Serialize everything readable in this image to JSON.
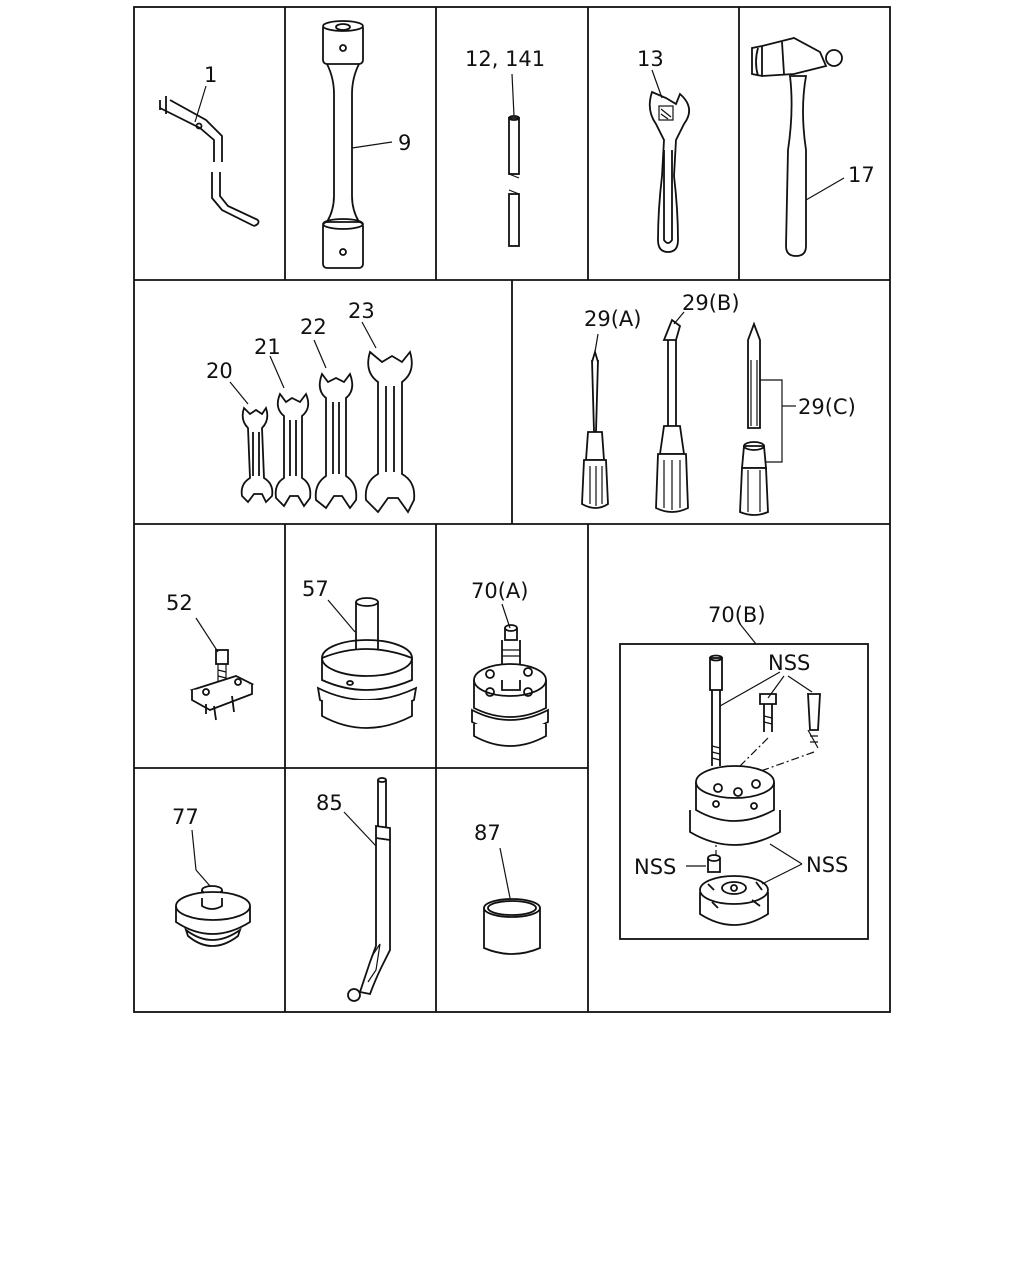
{
  "labels": {
    "item_1": "1",
    "item_9": "9",
    "item_12_141": "12, 141",
    "item_13": "13",
    "item_17": "17",
    "item_20": "20",
    "item_21": "21",
    "item_22": "22",
    "item_23": "23",
    "item_29a": "29(A)",
    "item_29b": "29(B)",
    "item_29c": "29(C)",
    "item_52": "52",
    "item_57": "57",
    "item_70a": "70(A)",
    "item_70b": "70(B)",
    "nss_top": "NSS",
    "nss_left": "NSS",
    "nss_right": "NSS",
    "item_77": "77",
    "item_85": "85",
    "item_87": "87"
  }
}
